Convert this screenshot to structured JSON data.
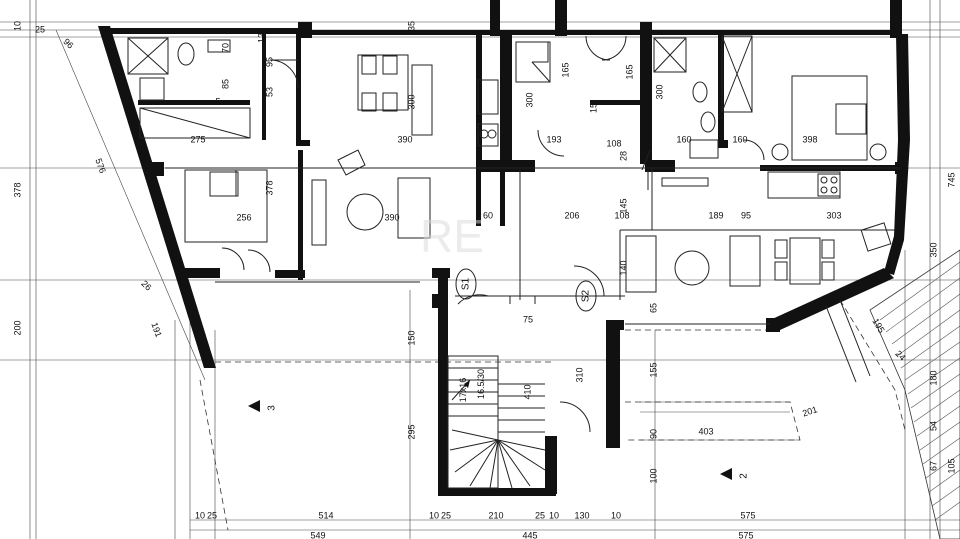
{
  "dimensions": {
    "room": [
      "390",
      "275",
      "256",
      "390",
      "193",
      "108",
      "160",
      "398",
      "206",
      "108",
      "189",
      "95",
      "303",
      "378",
      "378",
      "300",
      "300",
      "300",
      "165",
      "165",
      "350",
      "145",
      "140",
      "150",
      "155",
      "310",
      "410",
      "295",
      "403",
      "201",
      "195",
      "160",
      "576",
      "191",
      "745",
      "200",
      "180",
      "100",
      "90"
    ],
    "small": [
      "10",
      "25",
      "96",
      "12",
      "85",
      "95",
      "53",
      "5",
      "70",
      "35",
      "60",
      "15",
      "28",
      "26",
      "65",
      "75",
      "54",
      "67",
      "105",
      "24"
    ],
    "bottom": [
      "10",
      "25",
      "514",
      "10",
      "25",
      "210",
      "25",
      "10",
      "130",
      "10",
      "575",
      "549",
      "445",
      "575"
    ]
  },
  "stair_labels": {
    "s1": "S1",
    "s2": "S2",
    "steps": "17x16",
    "rise": "16.5/30"
  },
  "section_markers": {
    "left": "3",
    "right": "2"
  }
}
